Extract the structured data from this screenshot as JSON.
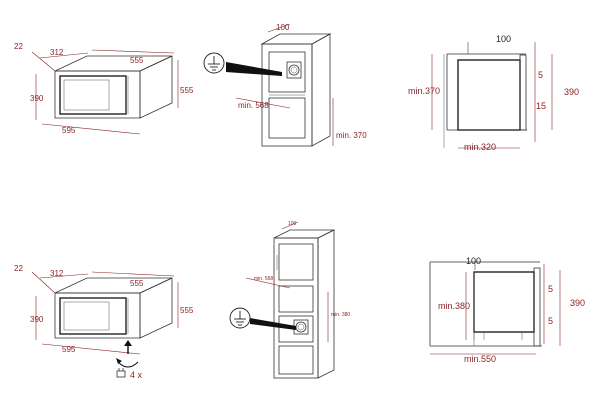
{
  "figures": {
    "top_oven_iso": {
      "d22": "22",
      "d312": "312",
      "d555_top": "555",
      "d390": "390",
      "d555_side": "555",
      "d595": "595"
    },
    "top_cabinet": {
      "d100": "100",
      "min568": "min. 568",
      "min370": "min. 370"
    },
    "top_side": {
      "d100": "100",
      "d5": "5",
      "d15": "15",
      "d390": "390",
      "min370": "min.370",
      "min320": "min.320"
    },
    "bot_oven_iso": {
      "d22": "22",
      "d312": "312",
      "d555_top": "555",
      "d390": "390",
      "d555_side": "555",
      "d595": "595",
      "screws": "4 x"
    },
    "bot_cabinet": {
      "d100": "100",
      "min568": "min. 568",
      "min380": "min. 380"
    },
    "bot_side": {
      "d100": "100",
      "d5a": "5",
      "d5b": "5",
      "d390": "390",
      "min380": "min.380",
      "min550": "min.550"
    }
  },
  "icons": [
    "ground-symbol",
    "screw-icon",
    "rotate-arrow-icon"
  ]
}
